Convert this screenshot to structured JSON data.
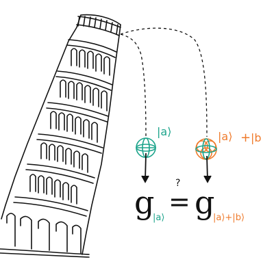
{
  "labels": {
    "ket_a": "|a⟩",
    "ket_superposition_a": "|a⟩",
    "plus_sign": "+",
    "ket_superposition_b": "|b",
    "question_mark": "?",
    "equals_sign": "=",
    "g_left": "g",
    "g_left_subscript": "|a⟩",
    "g_right": "g",
    "g_right_subscript": "|a⟩+|b⟩"
  },
  "colors": {
    "ink": "#111111",
    "teal": "#1aa38a",
    "orange": "#ef7a2b"
  }
}
